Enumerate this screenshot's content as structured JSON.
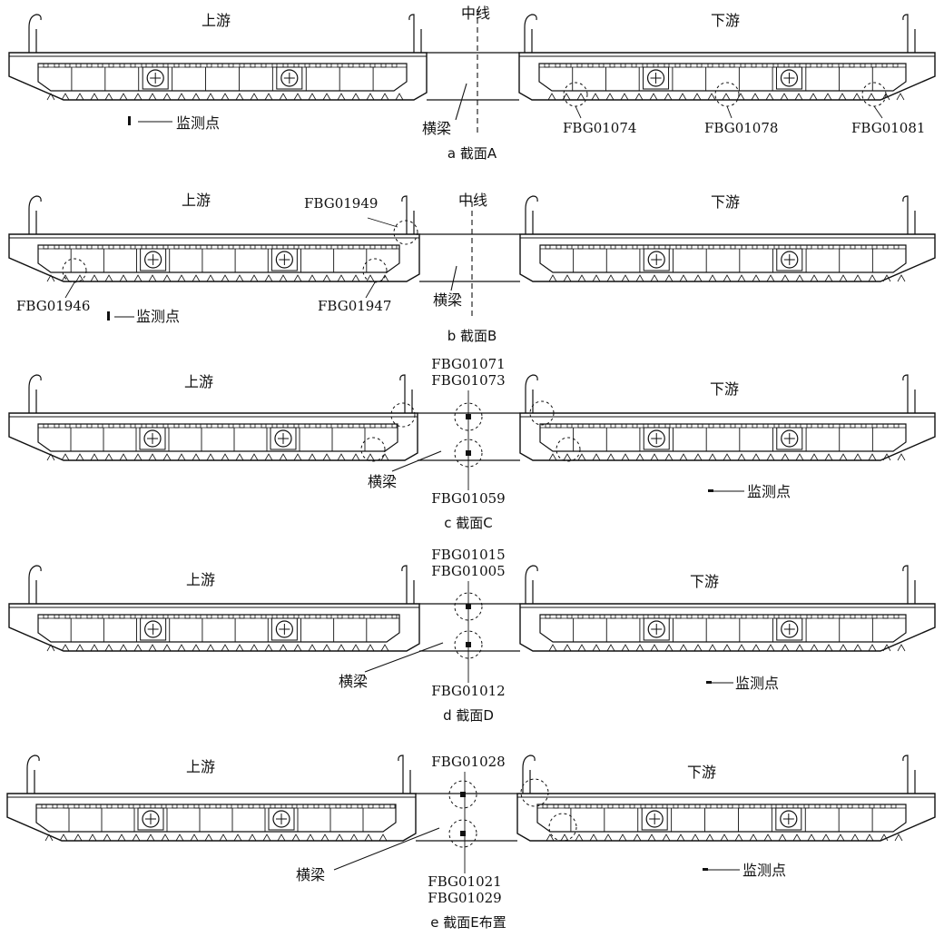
{
  "figure": {
    "sections": [
      {
        "id": "A",
        "caption": "a  截面A",
        "side_left": "上游",
        "side_right": "下游",
        "centerline": "中线",
        "beam": "横梁",
        "legend": "监测点",
        "sensors": [
          "FBG01074",
          "FBG01078",
          "FBG01081"
        ]
      },
      {
        "id": "B",
        "caption": "b  截面B",
        "side_left": "上游",
        "side_right": "下游",
        "centerline": "中线",
        "beam": "横梁",
        "legend": "监测点",
        "sensors": [
          "FBG01949",
          "FBG01946",
          "FBG01947"
        ]
      },
      {
        "id": "C",
        "caption": "c  截面C",
        "side_left": "上游",
        "side_right": "下游",
        "beam": "横梁",
        "legend": "监测点",
        "sensors_top": [
          "FBG01071",
          "FBG01073"
        ],
        "sensors_bottom": [
          "FBG01059"
        ]
      },
      {
        "id": "D",
        "caption": "d  截面D",
        "side_left": "上游",
        "side_right": "下游",
        "beam": "横梁",
        "legend": "监测点",
        "sensors_top": [
          "FBG01015",
          "FBG01005"
        ],
        "sensors_bottom": [
          "FBG01012"
        ]
      },
      {
        "id": "E",
        "caption": "e  截面E布置",
        "side_left": "上游",
        "side_right": "下游",
        "beam": "横梁",
        "legend": "监测点",
        "sensors_top": [
          "FBG01028"
        ],
        "sensors_bottom": [
          "FBG01021",
          "FBG01029"
        ]
      }
    ]
  }
}
